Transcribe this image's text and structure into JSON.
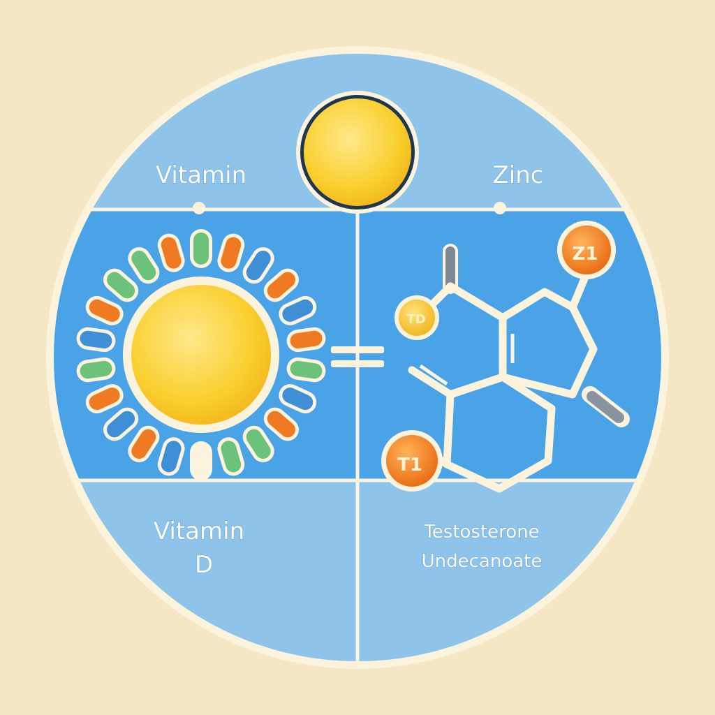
{
  "labels": {
    "top_left": "Vitamin",
    "top_right": "Zinc",
    "bottom_left_line1": "Vitamin",
    "bottom_left_line2": "D",
    "bottom_right_line1": "Testosterone",
    "bottom_right_line2": "Undecanoate"
  },
  "atoms": {
    "top_right": "Z1",
    "left": "TD",
    "bottom_left": "T1"
  },
  "colors": {
    "background": "#f5e6c4",
    "circle_light_blue": "#8ec3ea",
    "panel_blue": "#4aa3e6",
    "outline_cream": "#fbf3dc",
    "sun_yellow": "#f7c62a",
    "atom_orange": "#f07f1f",
    "pill_green": "#6cc27a",
    "pill_blue": "#3f8fd6",
    "pill_orange": "#ef7a22"
  },
  "icons": [
    "sun-icon",
    "vitamin-d-sun-icon",
    "molecule-icon",
    "equals-icon"
  ]
}
